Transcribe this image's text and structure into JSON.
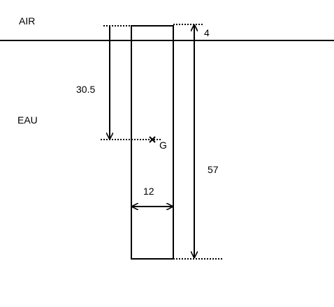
{
  "diagram": {
    "labels": {
      "air": "AIR",
      "water": "EAU",
      "center_of_gravity": "G"
    },
    "dimensions": {
      "top_offset": "4",
      "depth_to_g": "30.5",
      "total_height": "57",
      "width": "12"
    },
    "colors": {
      "line": "#000000",
      "background": "#ffffff"
    }
  }
}
